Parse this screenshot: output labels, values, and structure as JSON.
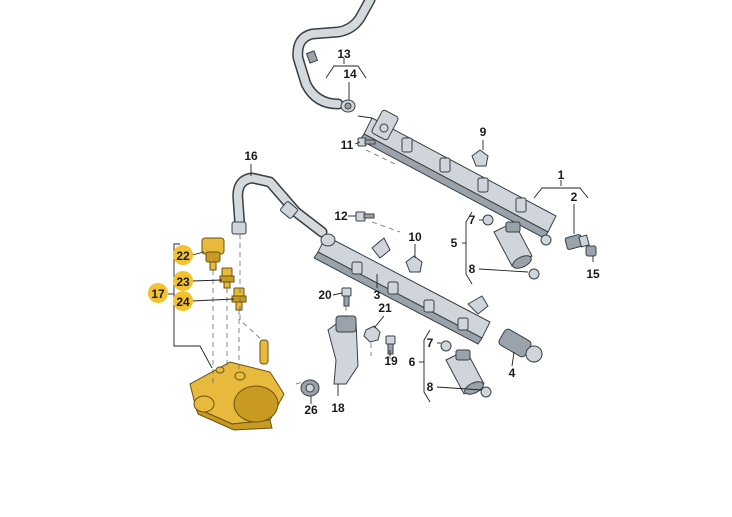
{
  "diagram": {
    "callouts": [
      {
        "id": "c1",
        "text": "1"
      },
      {
        "id": "c2",
        "text": "2"
      },
      {
        "id": "c3",
        "text": "3"
      },
      {
        "id": "c4",
        "text": "4"
      },
      {
        "id": "c5",
        "text": "5"
      },
      {
        "id": "c6",
        "text": "6"
      },
      {
        "id": "c7a",
        "text": "7"
      },
      {
        "id": "c7b",
        "text": "7"
      },
      {
        "id": "c8a",
        "text": "8"
      },
      {
        "id": "c8b",
        "text": "8"
      },
      {
        "id": "c9",
        "text": "9"
      },
      {
        "id": "c10",
        "text": "10"
      },
      {
        "id": "c11",
        "text": "11"
      },
      {
        "id": "c12",
        "text": "12"
      },
      {
        "id": "c13",
        "text": "13"
      },
      {
        "id": "c14",
        "text": "14"
      },
      {
        "id": "c15",
        "text": "15"
      },
      {
        "id": "c16",
        "text": "16"
      },
      {
        "id": "c17",
        "text": "17"
      },
      {
        "id": "c18",
        "text": "18"
      },
      {
        "id": "c19",
        "text": "19"
      },
      {
        "id": "c20",
        "text": "20"
      },
      {
        "id": "c21",
        "text": "21"
      },
      {
        "id": "c22",
        "text": "22"
      },
      {
        "id": "c23",
        "text": "23"
      },
      {
        "id": "c24",
        "text": "24"
      },
      {
        "id": "c26",
        "text": "26"
      }
    ],
    "highlighted_callouts": [
      "17",
      "22",
      "23",
      "24"
    ],
    "highlight_color": "#f2c230",
    "part_color": "#cfd5da",
    "highlighted_part_color": "#e7b93d"
  }
}
